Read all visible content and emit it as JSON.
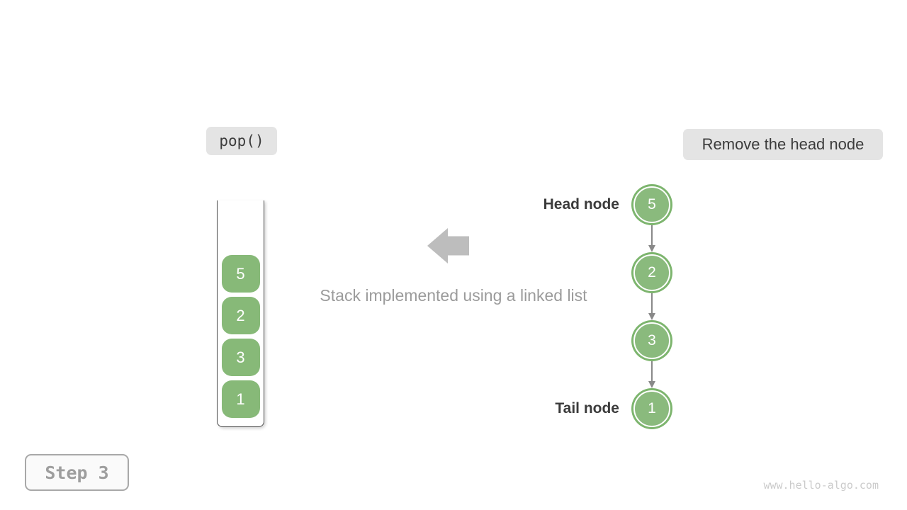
{
  "operation": {
    "label": "pop()"
  },
  "annotation": {
    "label": "Remove the head node"
  },
  "stack": {
    "items": [
      "5",
      "2",
      "3",
      "1"
    ]
  },
  "caption": "Stack implemented using a linked list",
  "linked_list": {
    "head_label": "Head node",
    "tail_label": "Tail node",
    "nodes": [
      "5",
      "2",
      "3",
      "1"
    ]
  },
  "step": {
    "label": "Step 3"
  },
  "watermark": "www.hello-algo.com",
  "colors": {
    "node_green": "#8aba7d",
    "node_ring_green": "#7db56e",
    "stack_item_green": "#87b978",
    "pill_bg": "#e4e4e4",
    "dark_text": "#3c3c3c",
    "gray_text": "#9b9b9b",
    "arrow_gray": "#bdbdbd",
    "connector_gray": "#898989"
  }
}
